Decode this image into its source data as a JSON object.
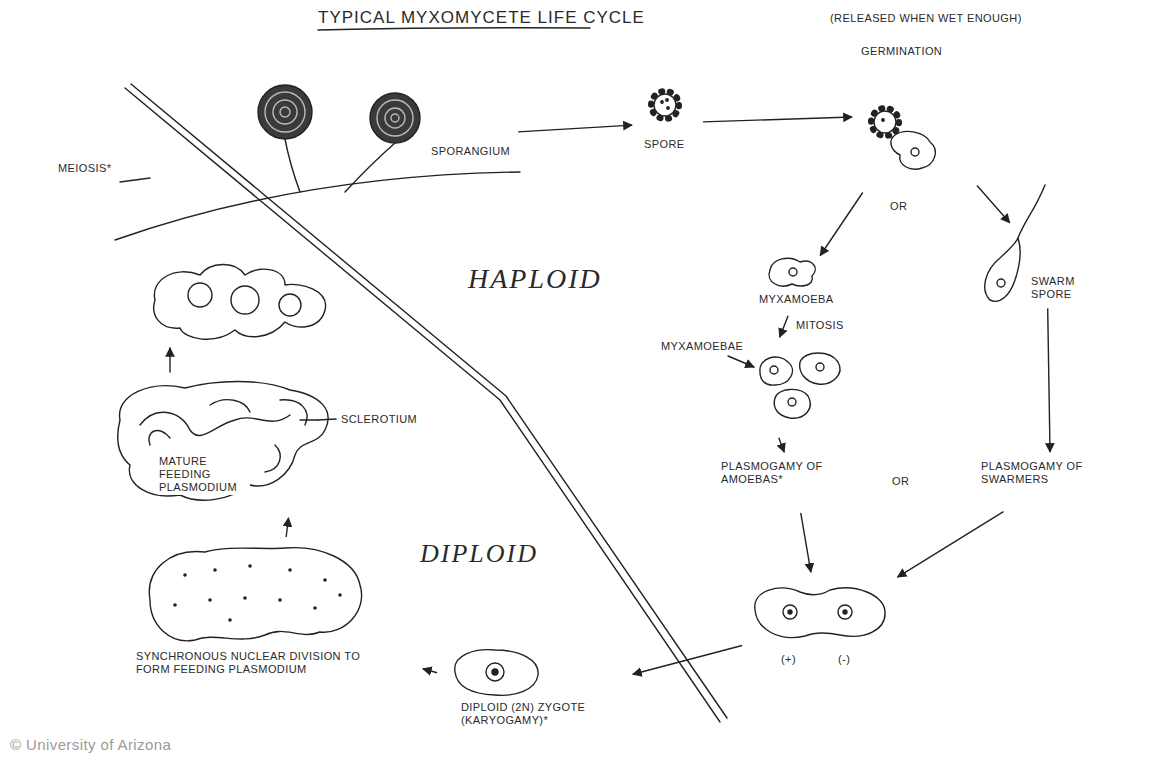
{
  "diagram": {
    "title": "TYPICAL MYXOMYCETE LIFE CYCLE",
    "nodes": [
      {
        "text": [
          "SPORANGIUM"
        ]
      },
      {
        "text": [
          "SPORE"
        ]
      },
      {
        "text": [
          "GERMINATION"
        ]
      },
      {
        "text": [
          "MYXAMOEBA"
        ]
      },
      {
        "text": [
          "SWARM SPORE"
        ]
      },
      {
        "text": [
          "MYXAMOEBAE"
        ]
      },
      {
        "text": [
          "PLASMOGAMY OF AMOEBAS*"
        ]
      },
      {
        "text": [
          "PLASMOGAMY OF SWARMERS"
        ]
      },
      {
        "text": [
          "(+)",
          "(-)"
        ]
      },
      {
        "text": [
          "DIPLOID (2N) ZYGOTE (KARYOGAMY)*"
        ]
      },
      {
        "text": [
          "SYNCHRONOUS NUCLEAR DIVISION TO FORM FEEDING PLASMODIUM"
        ]
      },
      {
        "text": [
          "SCLEROTIUM",
          "MATURE FEEDING PLASMODIUM"
        ]
      }
    ],
    "edges": [
      {
        "from": 0,
        "to": 1,
        "arrow": "to"
      },
      {
        "from": 1,
        "to": 2,
        "arrow": "to"
      },
      {
        "from": 2,
        "to": 3,
        "arrow": "to"
      },
      {
        "from": 2,
        "to": 4,
        "arrow": "to"
      },
      {
        "from": 3,
        "to": 5,
        "label": "MITOSIS",
        "arrow": "to"
      },
      {
        "from": 5,
        "to": 6,
        "arrow": "to"
      },
      {
        "from": 4,
        "to": 7,
        "arrow": "to"
      },
      {
        "from": 6,
        "to": 8,
        "arrow": "to"
      },
      {
        "from": 7,
        "to": 8,
        "arrow": "to"
      },
      {
        "from": 8,
        "to": 9,
        "arrow": "to"
      },
      {
        "from": 9,
        "to": 10,
        "arrow": "to"
      },
      {
        "from": 10,
        "to": 11,
        "arrow": "to"
      }
    ],
    "labels": [
      "(RELEASED WHEN WET ENOUGH)",
      "MEIOSIS*",
      "HAPLOID",
      "OR",
      "OR",
      "DIPLOID",
      "© University of Arizona"
    ]
  }
}
